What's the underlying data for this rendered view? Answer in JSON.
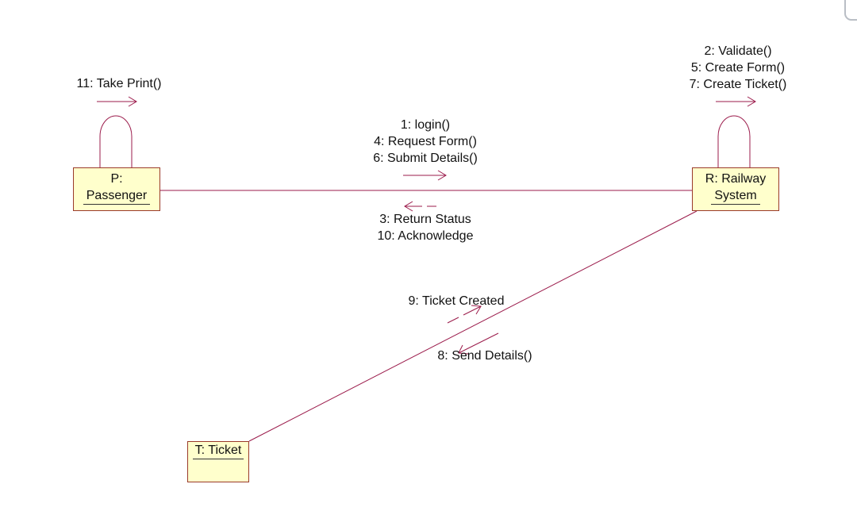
{
  "objects": {
    "passenger": {
      "line1": "P:",
      "line2": "Passenger"
    },
    "railway": {
      "line1": "R: Railway",
      "line2": "System"
    },
    "ticket": {
      "line1": "T: Ticket"
    }
  },
  "messages": {
    "passenger_self": [
      "11: Take Print()"
    ],
    "railway_self": [
      "2: Validate()",
      "5: Create Form()",
      "7: Create Ticket()"
    ],
    "p_to_r": [
      "1: login()",
      "4: Request Form()",
      "6: Submit Details()"
    ],
    "r_to_p": [
      "3: Return Status",
      "10: Acknowledge"
    ],
    "t_to_r": [
      "9: Ticket Created"
    ],
    "r_to_t": [
      "8: Send Details()"
    ]
  },
  "colors": {
    "link": "#9b1b4b",
    "object_fill": "#ffffcc",
    "object_border": "#9a3a2a"
  }
}
